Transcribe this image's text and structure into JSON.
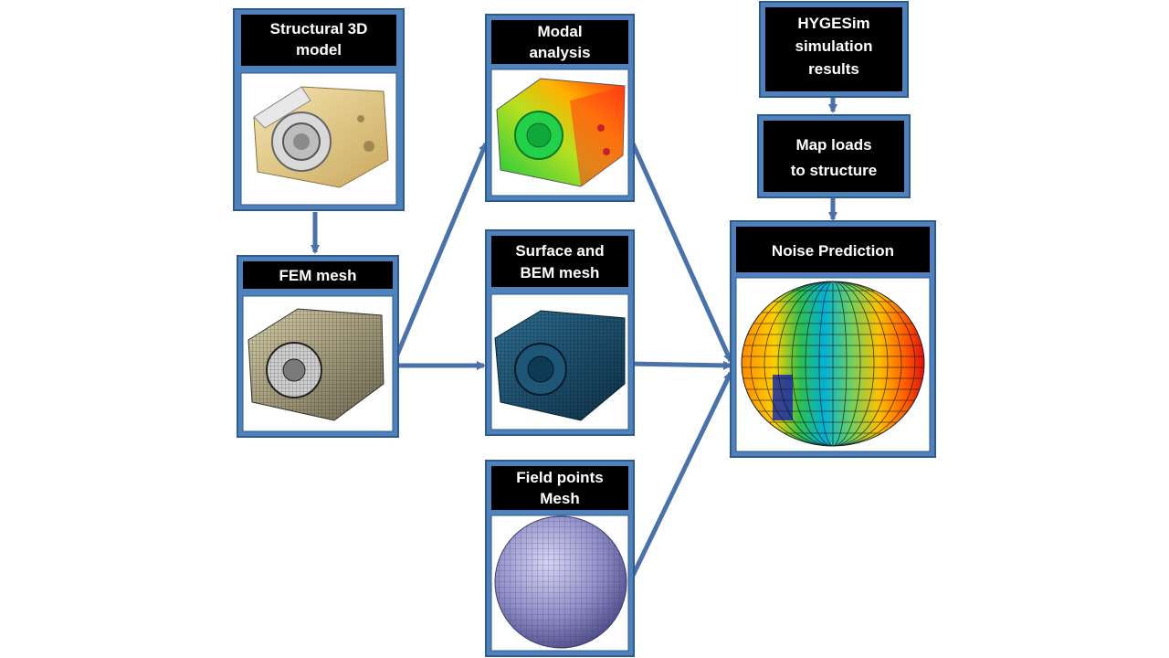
{
  "nodes": {
    "structural_model": {
      "label": [
        "Structural 3D",
        "model"
      ],
      "image": "pump-cad-model"
    },
    "fem_mesh": {
      "label": [
        "FEM mesh"
      ],
      "image": "pump-fem-mesh"
    },
    "modal_analysis": {
      "label": [
        "Modal",
        "analysis"
      ],
      "image": "pump-modal-contour"
    },
    "surface_bem_mesh": {
      "label": [
        "Surface and",
        "BEM mesh"
      ],
      "image": "pump-bem-mesh"
    },
    "field_points_mesh": {
      "label": [
        "Field points",
        "Mesh"
      ],
      "image": "sphere-field-point-mesh"
    },
    "hygesim_results": {
      "label": [
        "HYGESim",
        "simulation",
        "results"
      ]
    },
    "map_loads": {
      "label": [
        "Map loads",
        "to structure"
      ]
    },
    "noise_prediction": {
      "label": [
        "Noise Prediction"
      ],
      "image": "noise-sphere-contour"
    }
  },
  "edges": [
    [
      "structural_model",
      "fem_mesh"
    ],
    [
      "fem_mesh",
      "modal_analysis"
    ],
    [
      "fem_mesh",
      "surface_bem_mesh"
    ],
    [
      "modal_analysis",
      "noise_prediction"
    ],
    [
      "surface_bem_mesh",
      "noise_prediction"
    ],
    [
      "field_points_mesh",
      "noise_prediction"
    ],
    [
      "hygesim_results",
      "map_loads"
    ],
    [
      "map_loads",
      "noise_prediction"
    ]
  ],
  "colors": {
    "frame": "#4F81BD",
    "frame_dark": "#2E5A8C",
    "label_bg": "#000000",
    "label_text": "#FFFFFF",
    "arrow": "#4A72A8"
  }
}
